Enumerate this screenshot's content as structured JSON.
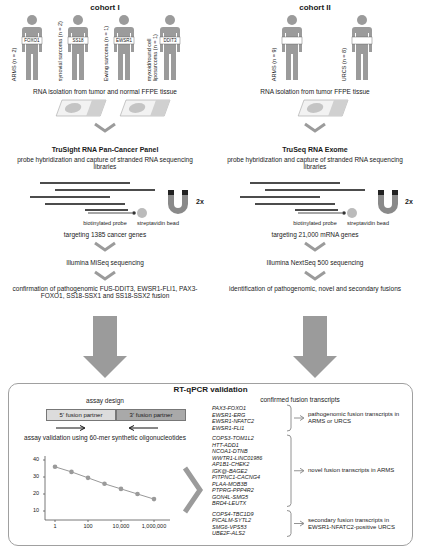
{
  "diagram": {
    "nodes": [
      {
        "text": [
          "RT-qPCR validation"
        ]
      },
      {
        "text": [
          "5' fusion partner"
        ],
        "in": 0
      },
      {
        "text": [
          "3' fusion partner"
        ],
        "in": 0
      }
    ],
    "labels": [
      "cohort I",
      "cohort II",
      "ARMS (n = 2)",
      "FOXO1",
      "synovial sarcoma (n = 2)",
      "SS18",
      "Ewing sarcoma (n = 1)",
      "EWSR1",
      "myxoid/round cell liposarcoma (n = 1)",
      "DDIT3",
      "ARMS (n = 9)",
      "URCS (n = 8)",
      "RNA isolation from tumor and normal FFPE tissue",
      "RNA isolation from tumor FFPE tissue",
      "TruSight RNA Pan-Cancer Panel",
      "probe hybridization and capture of stranded RNA sequencing libraries",
      "TruSeq RNA Exome",
      "probe hybridization and capture of stranded RNA sequencing libraries",
      "biotinylated probe",
      "streptavidin bead",
      "targeting 1385 cancer genes",
      "2x",
      "biotinylated probe",
      "streptavidin bead",
      "targeting 21,000 mRNA genes",
      "2x",
      "Illumina MiSeq sequencing",
      "Illumina NextSeq 500 sequencing",
      "confirmation of pathogenomic FUS-DDIT3, EWSR1-FLI1, PAX3-FOXO1, SS18-SSX1 and SS18-SSX2 fusion",
      "identification of pathogenomic, novel and secondary fusions",
      "assay design",
      "assay validation using 60-mer synthetic oligonucleotides",
      "40",
      "30",
      "20",
      "10",
      "1",
      "100",
      "10,000",
      "1,000,000",
      "confirmed fusion transcripts",
      "PAX3-FOXO1",
      "EWSR1-ERG",
      "EWSR1-NFATC2",
      "EWSR1-FLI1",
      "COPS3-TOM1L2",
      "HTT-ADD1",
      "NCOA1-DTNB",
      "WWTR1-LINC01986",
      "AP1B1-CHEK2",
      "IGK@-BAGE2",
      "PITPNC1-CACNG4",
      "PLAA-MOB3B",
      "PTPRG-PPP4R2",
      "GON4L-SMG5",
      "BRD4-LEUTX",
      "COPS4-TBC1D9",
      "PICALM-SYTL2",
      "SMG6-VPS53",
      "UBE2F-ALS2",
      "pathogenomic fusion transcripts in ARMS or URCS",
      "novel fusion transcripts in ARMS",
      "secondary fusion transcripts in EWSR1-NFATC2-positive URCS"
    ]
  }
}
